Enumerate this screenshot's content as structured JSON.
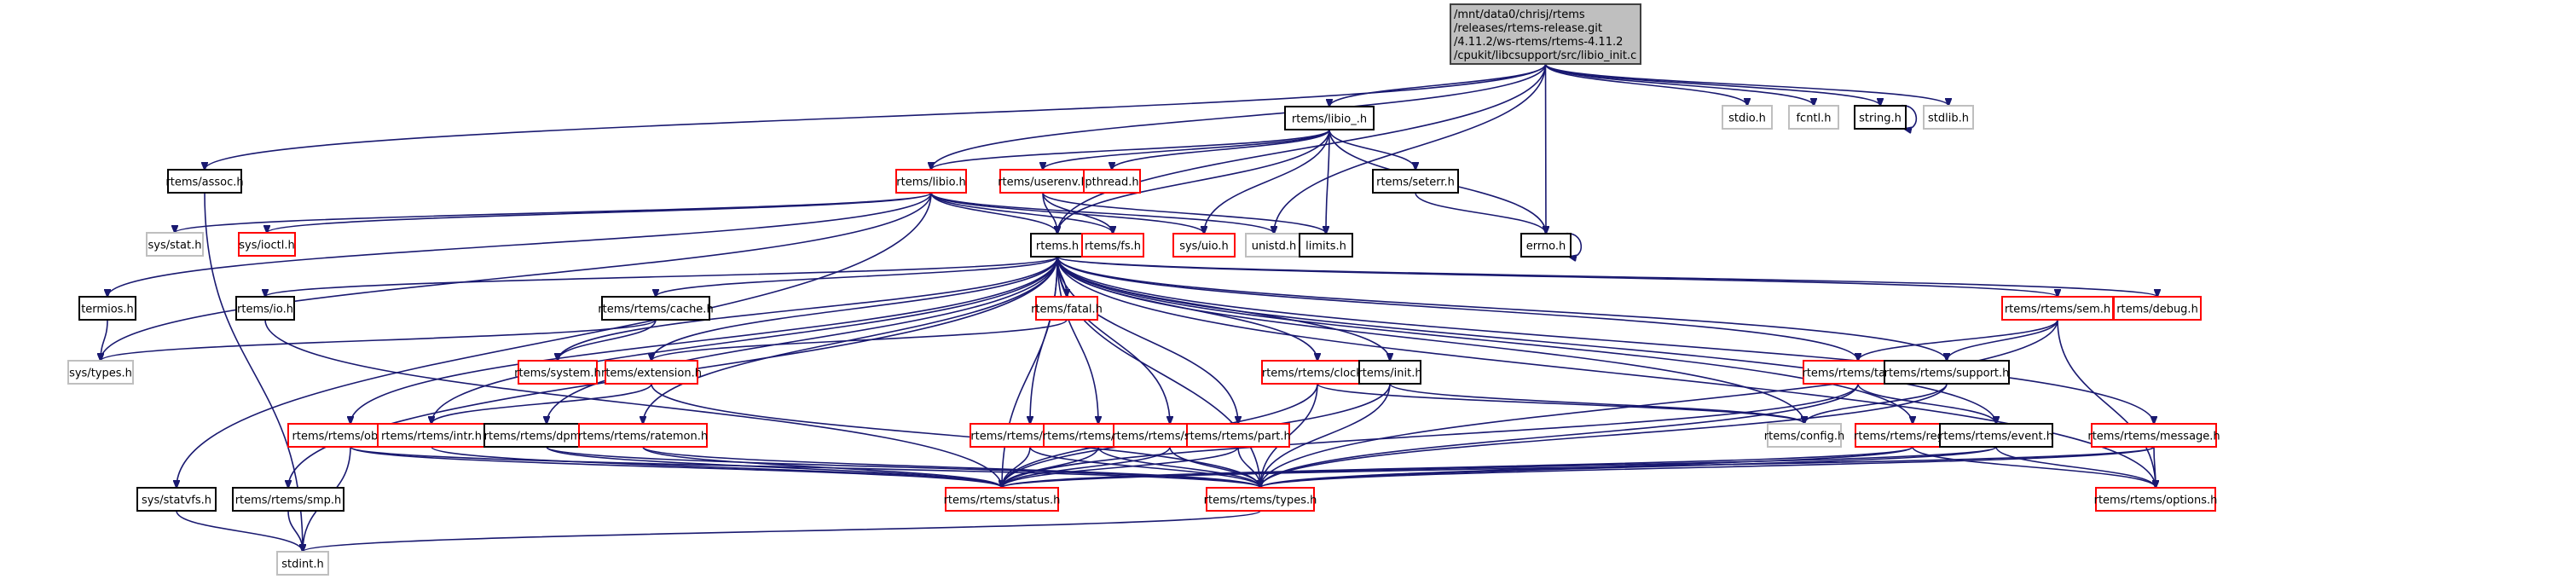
{
  "diagram": {
    "title": "Include dependency graph for libio_init.c",
    "colors": {
      "edge": "#191970",
      "root_fill": "#bfbfbf",
      "border_documented": "#000000",
      "border_undocumented": "#ff0000",
      "border_external": "#bfbfbf"
    },
    "nodes": [
      {
        "id": "root",
        "lines": [
          "/mnt/data0/chrisj/rtems",
          "/releases/rtems-release.git",
          "/4.11.2/ws-rtems/rtems-4.11.2",
          "/cpukit/libcsupport/src/libio_init.c"
        ],
        "kind": "root"
      },
      {
        "id": "rtems_assoc_h",
        "lines": [
          "rtems/assoc.h"
        ],
        "kind": "documented"
      },
      {
        "id": "rtems_libio_h",
        "lines": [
          "rtems/libio.h"
        ],
        "kind": "undocumented"
      },
      {
        "id": "rtems_libio__h",
        "lines": [
          "rtems/libio_.h"
        ],
        "kind": "documented"
      },
      {
        "id": "rtems_userenv_h",
        "lines": [
          "rtems/userenv.h"
        ],
        "kind": "undocumented"
      },
      {
        "id": "pthread_h",
        "lines": [
          "pthread.h"
        ],
        "kind": "undocumented"
      },
      {
        "id": "rtems_seterr_h",
        "lines": [
          "rtems/seterr.h"
        ],
        "kind": "documented"
      },
      {
        "id": "stdio_h",
        "lines": [
          "stdio.h"
        ],
        "kind": "external"
      },
      {
        "id": "fcntl_h",
        "lines": [
          "fcntl.h"
        ],
        "kind": "external"
      },
      {
        "id": "string_h",
        "lines": [
          "string.h"
        ],
        "kind": "documented"
      },
      {
        "id": "stdlib_h",
        "lines": [
          "stdlib.h"
        ],
        "kind": "external"
      },
      {
        "id": "sys_stat_h",
        "lines": [
          "sys/stat.h"
        ],
        "kind": "external"
      },
      {
        "id": "sys_ioctl_h",
        "lines": [
          "sys/ioctl.h"
        ],
        "kind": "undocumented"
      },
      {
        "id": "rtems_h",
        "lines": [
          "rtems.h"
        ],
        "kind": "documented"
      },
      {
        "id": "rtems_fs_h",
        "lines": [
          "rtems/fs.h"
        ],
        "kind": "undocumented"
      },
      {
        "id": "sys_uio_h",
        "lines": [
          "sys/uio.h"
        ],
        "kind": "undocumented"
      },
      {
        "id": "unistd_h",
        "lines": [
          "unistd.h"
        ],
        "kind": "external"
      },
      {
        "id": "limits_h",
        "lines": [
          "limits.h"
        ],
        "kind": "documented"
      },
      {
        "id": "errno_h",
        "lines": [
          "errno.h"
        ],
        "kind": "documented"
      },
      {
        "id": "termios_h",
        "lines": [
          "termios.h"
        ],
        "kind": "documented"
      },
      {
        "id": "rtems_io_h",
        "lines": [
          "rtems/io.h"
        ],
        "kind": "documented"
      },
      {
        "id": "rtems_cache_h",
        "lines": [
          "rtems/rtems/cache.h"
        ],
        "kind": "documented"
      },
      {
        "id": "rtems_fatal_h",
        "lines": [
          "rtems/fatal.h"
        ],
        "kind": "undocumented"
      },
      {
        "id": "rtems_sem_h",
        "lines": [
          "rtems/rtems/sem.h"
        ],
        "kind": "undocumented"
      },
      {
        "id": "rtems_debug_h",
        "lines": [
          "rtems/debug.h"
        ],
        "kind": "undocumented"
      },
      {
        "id": "sys_types_h",
        "lines": [
          "sys/types.h"
        ],
        "kind": "external"
      },
      {
        "id": "rtems_system_h",
        "lines": [
          "rtems/system.h"
        ],
        "kind": "undocumented"
      },
      {
        "id": "rtems_extension_h",
        "lines": [
          "rtems/extension.h"
        ],
        "kind": "undocumented"
      },
      {
        "id": "rtems_clock_h",
        "lines": [
          "rtems/rtems/clock.h"
        ],
        "kind": "undocumented"
      },
      {
        "id": "rtems_init_h",
        "lines": [
          "rtems/init.h"
        ],
        "kind": "documented"
      },
      {
        "id": "rtems_tasks_h",
        "lines": [
          "rtems/rtems/tasks.h"
        ],
        "kind": "undocumented"
      },
      {
        "id": "rtems_support_h",
        "lines": [
          "rtems/rtems/support.h"
        ],
        "kind": "documented"
      },
      {
        "id": "rtems_config_h",
        "lines": [
          "rtems/config.h"
        ],
        "kind": "external"
      },
      {
        "id": "rtems_region_h",
        "lines": [
          "rtems/rtems/region.h"
        ],
        "kind": "undocumented"
      },
      {
        "id": "rtems_event_h",
        "lines": [
          "rtems/rtems/event.h"
        ],
        "kind": "documented"
      },
      {
        "id": "rtems_message_h",
        "lines": [
          "rtems/rtems/message.h"
        ],
        "kind": "undocumented"
      },
      {
        "id": "rtems_object_h",
        "lines": [
          "rtems/rtems/object.h"
        ],
        "kind": "undocumented"
      },
      {
        "id": "rtems_intr_h",
        "lines": [
          "rtems/rtems/intr.h"
        ],
        "kind": "undocumented"
      },
      {
        "id": "rtems_dpmem_h",
        "lines": [
          "rtems/rtems/dpmem.h"
        ],
        "kind": "documented"
      },
      {
        "id": "rtems_ratemon_h",
        "lines": [
          "rtems/rtems/ratemon.h"
        ],
        "kind": "undocumented"
      },
      {
        "id": "rtems_barrier_h",
        "lines": [
          "rtems/rtems/barrier.h"
        ],
        "kind": "undocumented"
      },
      {
        "id": "rtems_timer_h",
        "lines": [
          "rtems/rtems/timer.h"
        ],
        "kind": "undocumented"
      },
      {
        "id": "rtems_signal_h",
        "lines": [
          "rtems/rtems/signal.h"
        ],
        "kind": "undocumented"
      },
      {
        "id": "rtems_part_h",
        "lines": [
          "rtems/rtems/part.h"
        ],
        "kind": "undocumented"
      },
      {
        "id": "sys_statvfs_h",
        "lines": [
          "sys/statvfs.h"
        ],
        "kind": "documented"
      },
      {
        "id": "rtems_smp_h",
        "lines": [
          "rtems/rtems/smp.h"
        ],
        "kind": "documented"
      },
      {
        "id": "rtems_status_h",
        "lines": [
          "rtems/rtems/status.h"
        ],
        "kind": "undocumented"
      },
      {
        "id": "rtems_types_h",
        "lines": [
          "rtems/rtems/types.h"
        ],
        "kind": "undocumented"
      },
      {
        "id": "rtems_options_h",
        "lines": [
          "rtems/rtems/options.h"
        ],
        "kind": "undocumented"
      },
      {
        "id": "stdint_h",
        "lines": [
          "stdint.h"
        ],
        "kind": "external"
      }
    ],
    "edges": [
      [
        "root",
        "rtems_assoc_h"
      ],
      [
        "root",
        "rtems_libio_h"
      ],
      [
        "root",
        "rtems_libio__h"
      ],
      [
        "root",
        "rtems_h"
      ],
      [
        "root",
        "stdio_h"
      ],
      [
        "root",
        "fcntl_h"
      ],
      [
        "root",
        "string_h"
      ],
      [
        "root",
        "stdlib_h"
      ],
      [
        "root",
        "unistd_h"
      ],
      [
        "root",
        "errno_h"
      ],
      [
        "string_h",
        "string_h"
      ],
      [
        "errno_h",
        "errno_h"
      ],
      [
        "rtems_assoc_h",
        "stdint_h"
      ],
      [
        "rtems_libio__h",
        "rtems_libio_h"
      ],
      [
        "rtems_libio__h",
        "rtems_h"
      ],
      [
        "rtems_libio__h",
        "rtems_userenv_h"
      ],
      [
        "rtems_libio__h",
        "pthread_h"
      ],
      [
        "rtems_libio__h",
        "sys_uio_h"
      ],
      [
        "rtems_libio__h",
        "limits_h"
      ],
      [
        "rtems_libio__h",
        "rtems_seterr_h"
      ],
      [
        "rtems_libio__h",
        "errno_h"
      ],
      [
        "rtems_seterr_h",
        "errno_h"
      ],
      [
        "rtems_userenv_h",
        "rtems_h"
      ],
      [
        "rtems_userenv_h",
        "rtems_fs_h"
      ],
      [
        "rtems_userenv_h",
        "limits_h"
      ],
      [
        "rtems_libio_h",
        "rtems_h"
      ],
      [
        "rtems_libio_h",
        "rtems_fs_h"
      ],
      [
        "rtems_libio_h",
        "sys_uio_h"
      ],
      [
        "rtems_libio_h",
        "unistd_h"
      ],
      [
        "rtems_libio_h",
        "sys_stat_h"
      ],
      [
        "rtems_libio_h",
        "sys_ioctl_h"
      ],
      [
        "rtems_libio_h",
        "termios_h"
      ],
      [
        "rtems_libio_h",
        "sys_types_h"
      ],
      [
        "rtems_libio_h",
        "sys_statvfs_h"
      ],
      [
        "termios_h",
        "sys_types_h"
      ],
      [
        "rtems_h",
        "rtems_io_h"
      ],
      [
        "rtems_h",
        "rtems_cache_h"
      ],
      [
        "rtems_h",
        "rtems_system_h"
      ],
      [
        "rtems_h",
        "rtems_fatal_h"
      ],
      [
        "rtems_h",
        "rtems_extension_h"
      ],
      [
        "rtems_h",
        "rtems_clock_h"
      ],
      [
        "rtems_h",
        "rtems_init_h"
      ],
      [
        "rtems_h",
        "rtems_sem_h"
      ],
      [
        "rtems_h",
        "rtems_debug_h"
      ],
      [
        "rtems_h",
        "rtems_tasks_h"
      ],
      [
        "rtems_h",
        "rtems_support_h"
      ],
      [
        "rtems_h",
        "rtems_config_h"
      ],
      [
        "rtems_h",
        "rtems_region_h"
      ],
      [
        "rtems_h",
        "rtems_event_h"
      ],
      [
        "rtems_h",
        "rtems_message_h"
      ],
      [
        "rtems_h",
        "rtems_object_h"
      ],
      [
        "rtems_h",
        "rtems_intr_h"
      ],
      [
        "rtems_h",
        "rtems_dpmem_h"
      ],
      [
        "rtems_h",
        "rtems_ratemon_h"
      ],
      [
        "rtems_h",
        "rtems_barrier_h"
      ],
      [
        "rtems_h",
        "rtems_timer_h"
      ],
      [
        "rtems_h",
        "rtems_signal_h"
      ],
      [
        "rtems_h",
        "rtems_part_h"
      ],
      [
        "rtems_h",
        "rtems_smp_h"
      ],
      [
        "rtems_h",
        "rtems_status_h"
      ],
      [
        "rtems_h",
        "rtems_types_h"
      ],
      [
        "rtems_h",
        "rtems_options_h"
      ],
      [
        "rtems_io_h",
        "rtems_status_h"
      ],
      [
        "rtems_cache_h",
        "rtems_system_h"
      ],
      [
        "rtems_cache_h",
        "sys_types_h"
      ],
      [
        "rtems_fatal_h",
        "rtems_extension_h"
      ],
      [
        "rtems_extension_h",
        "rtems_intr_h"
      ],
      [
        "rtems_extension_h",
        "rtems_types_h"
      ],
      [
        "rtems_clock_h",
        "rtems_status_h"
      ],
      [
        "rtems_clock_h",
        "rtems_types_h"
      ],
      [
        "rtems_clock_h",
        "rtems_config_h"
      ],
      [
        "rtems_init_h",
        "rtems_config_h"
      ],
      [
        "rtems_init_h",
        "rtems_types_h"
      ],
      [
        "rtems_init_h",
        "rtems_status_h"
      ],
      [
        "rtems_sem_h",
        "rtems_tasks_h"
      ],
      [
        "rtems_sem_h",
        "rtems_support_h"
      ],
      [
        "rtems_sem_h",
        "rtems_options_h"
      ],
      [
        "rtems_sem_h",
        "rtems_types_h"
      ],
      [
        "rtems_tasks_h",
        "rtems_event_h"
      ],
      [
        "rtems_tasks_h",
        "rtems_status_h"
      ],
      [
        "rtems_tasks_h",
        "rtems_types_h"
      ],
      [
        "rtems_support_h",
        "rtems_config_h"
      ],
      [
        "rtems_support_h",
        "rtems_types_h"
      ],
      [
        "rtems_region_h",
        "rtems_status_h"
      ],
      [
        "rtems_region_h",
        "rtems_options_h"
      ],
      [
        "rtems_region_h",
        "rtems_types_h"
      ],
      [
        "rtems_event_h",
        "rtems_status_h"
      ],
      [
        "rtems_event_h",
        "rtems_options_h"
      ],
      [
        "rtems_event_h",
        "rtems_types_h"
      ],
      [
        "rtems_message_h",
        "rtems_options_h"
      ],
      [
        "rtems_message_h",
        "rtems_status_h"
      ],
      [
        "rtems_message_h",
        "rtems_types_h"
      ],
      [
        "rtems_object_h",
        "rtems_status_h"
      ],
      [
        "rtems_object_h",
        "rtems_types_h"
      ],
      [
        "rtems_object_h",
        "stdint_h"
      ],
      [
        "rtems_intr_h",
        "rtems_status_h"
      ],
      [
        "rtems_dpmem_h",
        "rtems_status_h"
      ],
      [
        "rtems_dpmem_h",
        "rtems_types_h"
      ],
      [
        "rtems_ratemon_h",
        "rtems_status_h"
      ],
      [
        "rtems_ratemon_h",
        "rtems_types_h"
      ],
      [
        "rtems_barrier_h",
        "rtems_status_h"
      ],
      [
        "rtems_barrier_h",
        "rtems_types_h"
      ],
      [
        "rtems_timer_h",
        "rtems_status_h"
      ],
      [
        "rtems_timer_h",
        "rtems_types_h"
      ],
      [
        "rtems_signal_h",
        "rtems_status_h"
      ],
      [
        "rtems_signal_h",
        "rtems_types_h"
      ],
      [
        "rtems_part_h",
        "rtems_status_h"
      ],
      [
        "rtems_part_h",
        "rtems_types_h"
      ],
      [
        "sys_statvfs_h",
        "stdint_h"
      ],
      [
        "rtems_smp_h",
        "stdint_h"
      ],
      [
        "rtems_types_h",
        "stdint_h"
      ]
    ]
  }
}
